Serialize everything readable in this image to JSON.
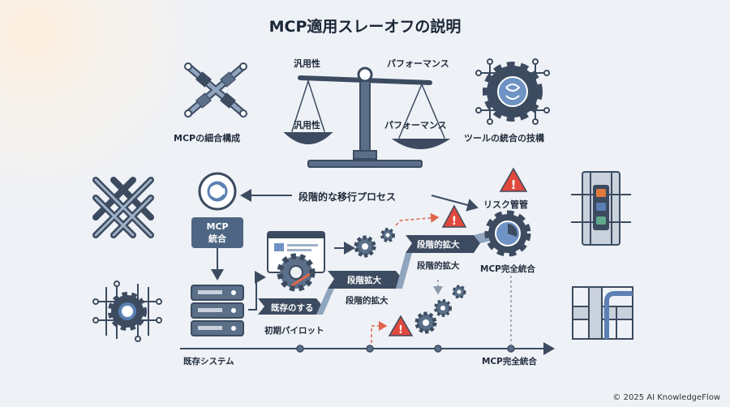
{
  "title": "MCP適用スレーオフの説明",
  "top": {
    "left_caption": "MCPの細合構成",
    "right_caption": "ツールの統合の技構",
    "scale_left_top": "汎用性",
    "scale_right_top": "パフォーマンス",
    "scale_left_pan": "汎用性",
    "scale_right_pan": "パフォーマンス"
  },
  "flow": {
    "migration_label": "段階的な移行プロセス",
    "mcp_tag": "MCP\n統合",
    "risk_label": "リスク管管",
    "step1": "既存のする",
    "step1_caption": "初期パイロット",
    "step2": "段階拡大",
    "step2_caption": "段階的拡大",
    "step3": "段階的拡大",
    "step3_caption": "段階的拡大",
    "final_caption": "MCP完全統合"
  },
  "timeline": {
    "start": "既存システム",
    "end": "MCP完全統合"
  },
  "colors": {
    "dark_slate": "#3c4b60",
    "steel_blue": "#5b80b3",
    "warning_red": "#e0483d",
    "arrow_orange": "#e0654a"
  },
  "footer": "© 2025 AI KnowledgeFlow"
}
